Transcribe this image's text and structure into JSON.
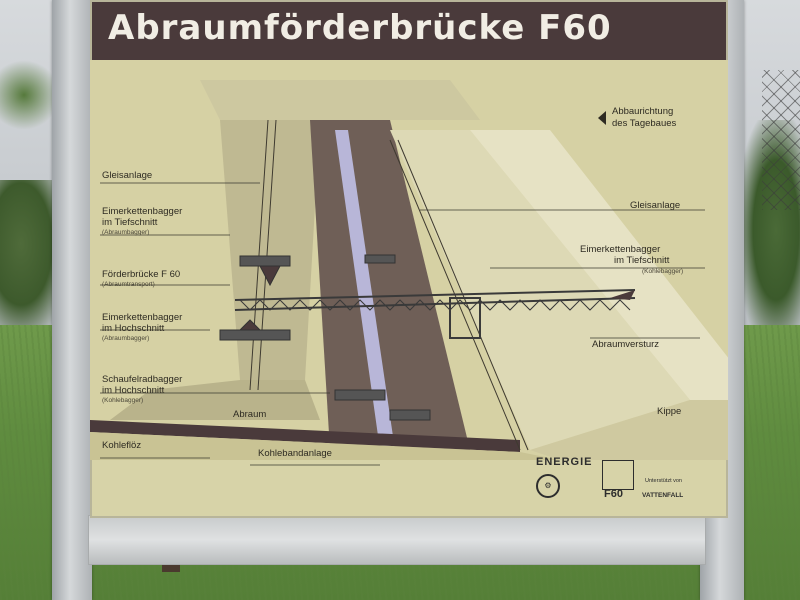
{
  "sign": {
    "title": "Abraumförderbrücke F60",
    "labels": {
      "gleisanlage_left": "Gleisanlage",
      "eimerketten_tief_1": "Eimerkettenbagger",
      "eimerketten_tief_2": "im Tiefschnitt",
      "eimerketten_tief_sub": "(Abraumbagger)",
      "foerderbruecke": "Förderbrücke F 60",
      "foerderbruecke_sub": "(Abraumtransport)",
      "eimerketten_hoch_1": "Eimerkettenbagger",
      "eimerketten_hoch_2": "im Hochschnitt",
      "eimerketten_hoch_sub": "(Abraumbagger)",
      "schaufelrad_1": "Schaufelradbagger",
      "schaufelrad_2": "im Hochschnitt",
      "schaufelrad_sub": "(Kohlebagger)",
      "abraum": "Abraum",
      "kohlefloez": "Kohleflöz",
      "kohlebandanlage": "Kohlebandanlage",
      "abbaurichtung_1": "Abbaurichtung",
      "abbaurichtung_2": "des Tagebaues",
      "gleisanlage_right": "Gleisanlage",
      "eimerketten_right_1": "Eimerkettenbagger",
      "eimerketten_right_2": "im Tiefschnitt",
      "eimerketten_right_sub": "(Kohlebagger)",
      "abraumversturz": "Abraumversturz",
      "kippe": "Kippe"
    },
    "logos": {
      "energie": "ENERGIE",
      "f60": "F60",
      "unterstuetzt": "Unterstützt von",
      "vattenfall": "VATTENFALL"
    }
  },
  "colors": {
    "title_bar": "#4a3a3b",
    "sign_bg": "#d7d3a8",
    "pit_dark": "#6f5f57"
  }
}
